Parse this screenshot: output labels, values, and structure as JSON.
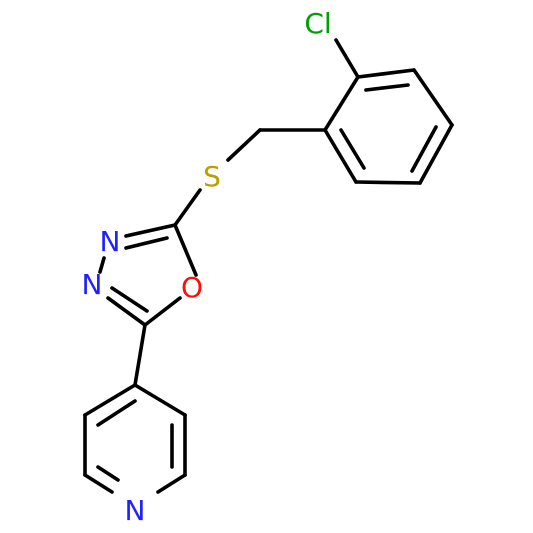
{
  "molecule": {
    "atoms": [
      {
        "id": "cl",
        "symbol": "Cl",
        "color": "#00a000"
      },
      {
        "id": "s",
        "symbol": "S",
        "color": "#b8a000"
      },
      {
        "id": "n1",
        "symbol": "N",
        "color": "#1f1fff"
      },
      {
        "id": "n2",
        "symbol": "N",
        "color": "#1f1fff"
      },
      {
        "id": "o",
        "symbol": "O",
        "color": "#ff0d0d"
      },
      {
        "id": "n3",
        "symbol": "N",
        "color": "#1f1fff"
      }
    ],
    "bond_color": "#000000"
  }
}
